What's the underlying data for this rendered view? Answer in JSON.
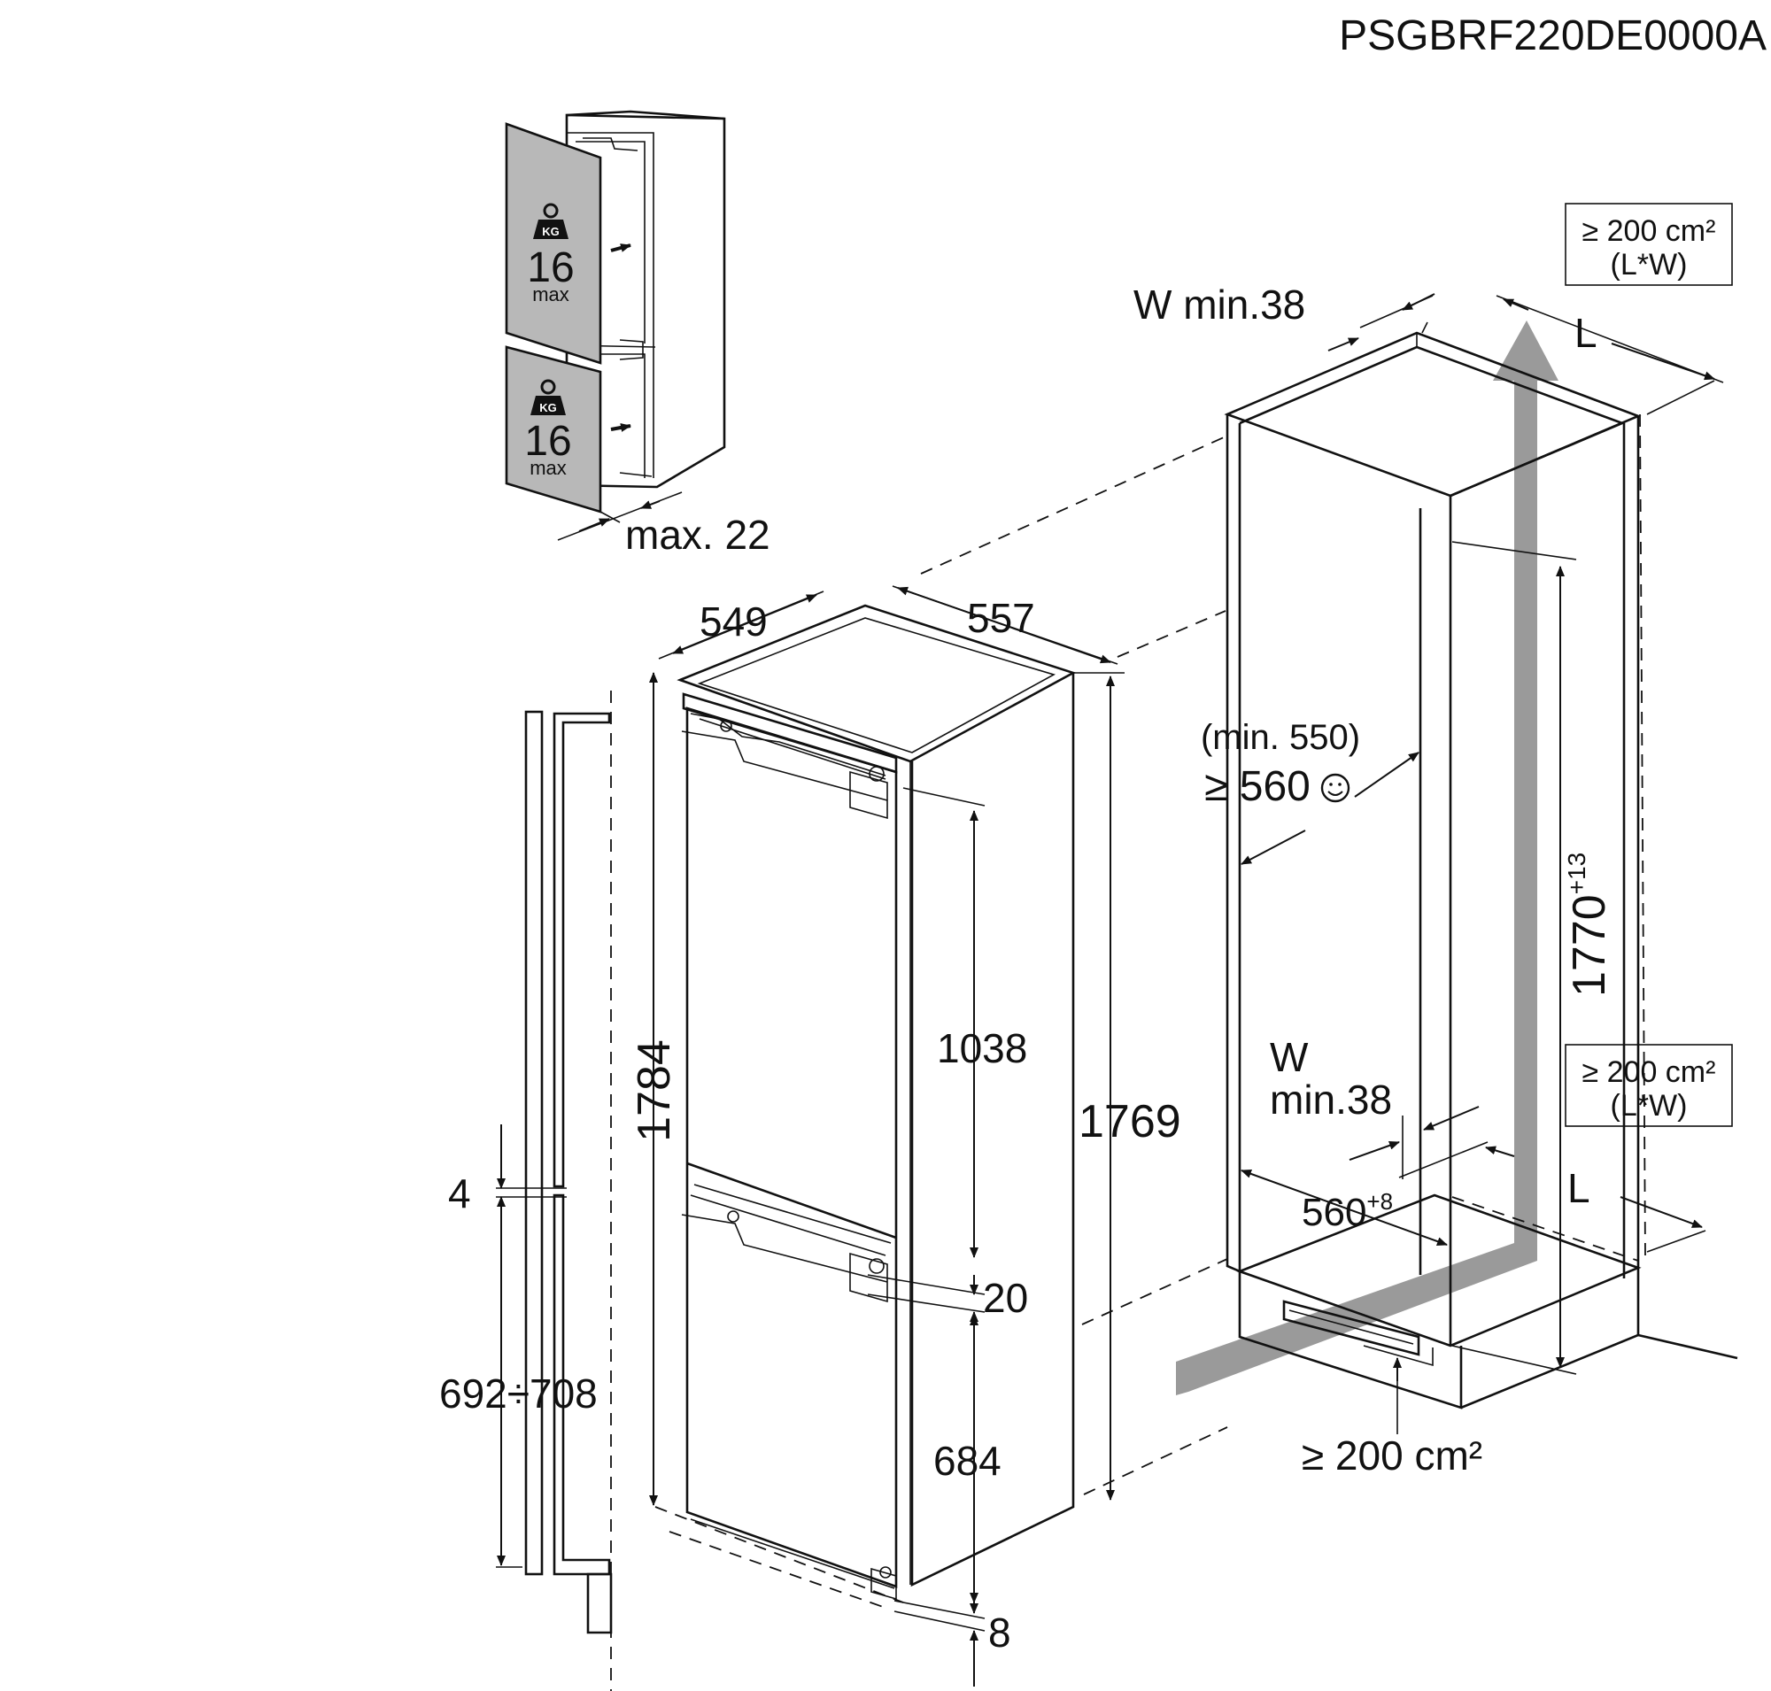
{
  "code": "PSGBRF220DE0000A",
  "door_weight": {
    "badge": "KG",
    "value": "16",
    "unit": "max",
    "offset_label": "max. 22"
  },
  "appliance": {
    "depth": "549",
    "width": "557",
    "height_total": "1784",
    "height_side": "1769",
    "upper_door": "1038",
    "gap": "20",
    "lower_door": "684",
    "bottom_offset": "8",
    "panel_gap": "4",
    "panel_range": "692÷708"
  },
  "niche": {
    "w_top": "W min.38",
    "l_top": "L",
    "vent_top_line1": "≥ 200 cm²",
    "vent_top_line2": "(L*W)",
    "min_depth_line1": "(min. 550)",
    "min_depth_line2": "≥ 560",
    "height_main": "1770",
    "height_tol": "+13",
    "w_lower_line1": "W",
    "w_lower_line2": "min.38",
    "vent_mid_line1": "≥ 200 cm²",
    "vent_mid_line2": "(L*W)",
    "l_lower": "L",
    "width_main": "560",
    "width_tol": "+8",
    "vent_bottom": "≥ 200 cm²"
  }
}
